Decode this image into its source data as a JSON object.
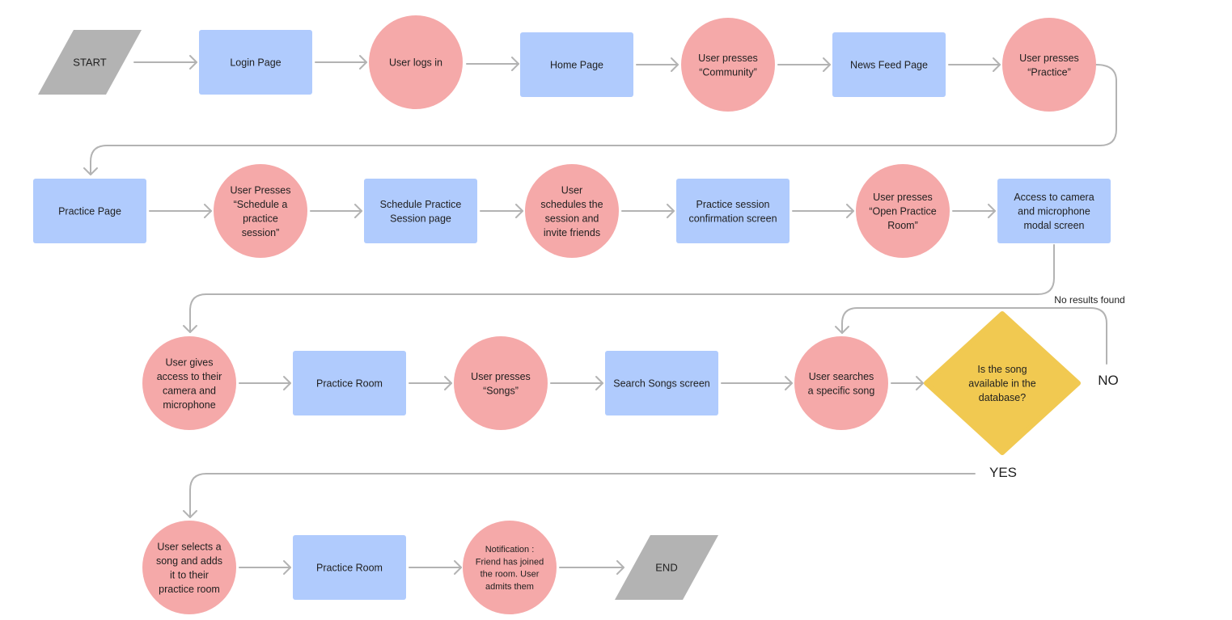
{
  "colors": {
    "screen": "#b0cbfd",
    "action": "#f5a9a9",
    "terminal": "#b3b3b3",
    "decision": "#f1c951",
    "connector": "#b3b3b3",
    "text": "#1f1f1f"
  },
  "nodes": {
    "start": {
      "kind": "terminal",
      "lines": [
        "START"
      ]
    },
    "login_page": {
      "kind": "screen",
      "lines": [
        "Login Page"
      ]
    },
    "user_logs_in": {
      "kind": "action",
      "lines": [
        "User logs in"
      ]
    },
    "home_page": {
      "kind": "screen",
      "lines": [
        "Home Page"
      ]
    },
    "press_community": {
      "kind": "action",
      "lines": [
        "User presses",
        "“Community”"
      ]
    },
    "news_feed_page": {
      "kind": "screen",
      "lines": [
        "News Feed Page"
      ]
    },
    "press_practice": {
      "kind": "action",
      "lines": [
        "User presses",
        "“Practice”"
      ]
    },
    "practice_page": {
      "kind": "screen",
      "lines": [
        "Practice Page"
      ]
    },
    "press_schedule": {
      "kind": "action",
      "lines": [
        "User Presses",
        "“Schedule a",
        "practice",
        "session”"
      ]
    },
    "schedule_page": {
      "kind": "screen",
      "lines": [
        "Schedule Practice",
        "Session page"
      ]
    },
    "schedules_invite": {
      "kind": "action",
      "lines": [
        "User",
        "schedules the",
        "session and",
        "invite friends"
      ]
    },
    "confirmation_screen": {
      "kind": "screen",
      "lines": [
        "Practice session",
        "confirmation screen"
      ]
    },
    "press_open_room": {
      "kind": "action",
      "lines": [
        "User presses",
        "“Open Practice",
        "Room”"
      ]
    },
    "camera_modal": {
      "kind": "screen",
      "lines": [
        "Access to camera",
        "and microphone",
        "modal screen"
      ]
    },
    "gives_access": {
      "kind": "action",
      "lines": [
        "User gives",
        "access to their",
        "camera and",
        "microphone"
      ]
    },
    "practice_room_1": {
      "kind": "screen",
      "lines": [
        "Practice Room"
      ]
    },
    "press_songs": {
      "kind": "action",
      "lines": [
        "User presses",
        "“Songs”"
      ]
    },
    "search_songs_screen": {
      "kind": "screen",
      "lines": [
        "Search Songs screen"
      ]
    },
    "searches_song": {
      "kind": "action",
      "lines": [
        "User searches",
        "a specific song"
      ]
    },
    "song_available": {
      "kind": "decision",
      "lines": [
        "Is the song",
        "available in the",
        "database?"
      ]
    },
    "selects_song": {
      "kind": "action",
      "lines": [
        "User selects a",
        "song and adds",
        "it to their",
        "practice room"
      ]
    },
    "practice_room_2": {
      "kind": "screen",
      "lines": [
        "Practice Room"
      ]
    },
    "notification": {
      "kind": "action",
      "lines": [
        "Notification :",
        "Friend has joined",
        "the room. User",
        "admits them"
      ]
    },
    "end": {
      "kind": "terminal",
      "lines": [
        "END"
      ]
    }
  },
  "labels": {
    "no_results_found": "No results found",
    "no": "NO",
    "yes": "YES"
  }
}
